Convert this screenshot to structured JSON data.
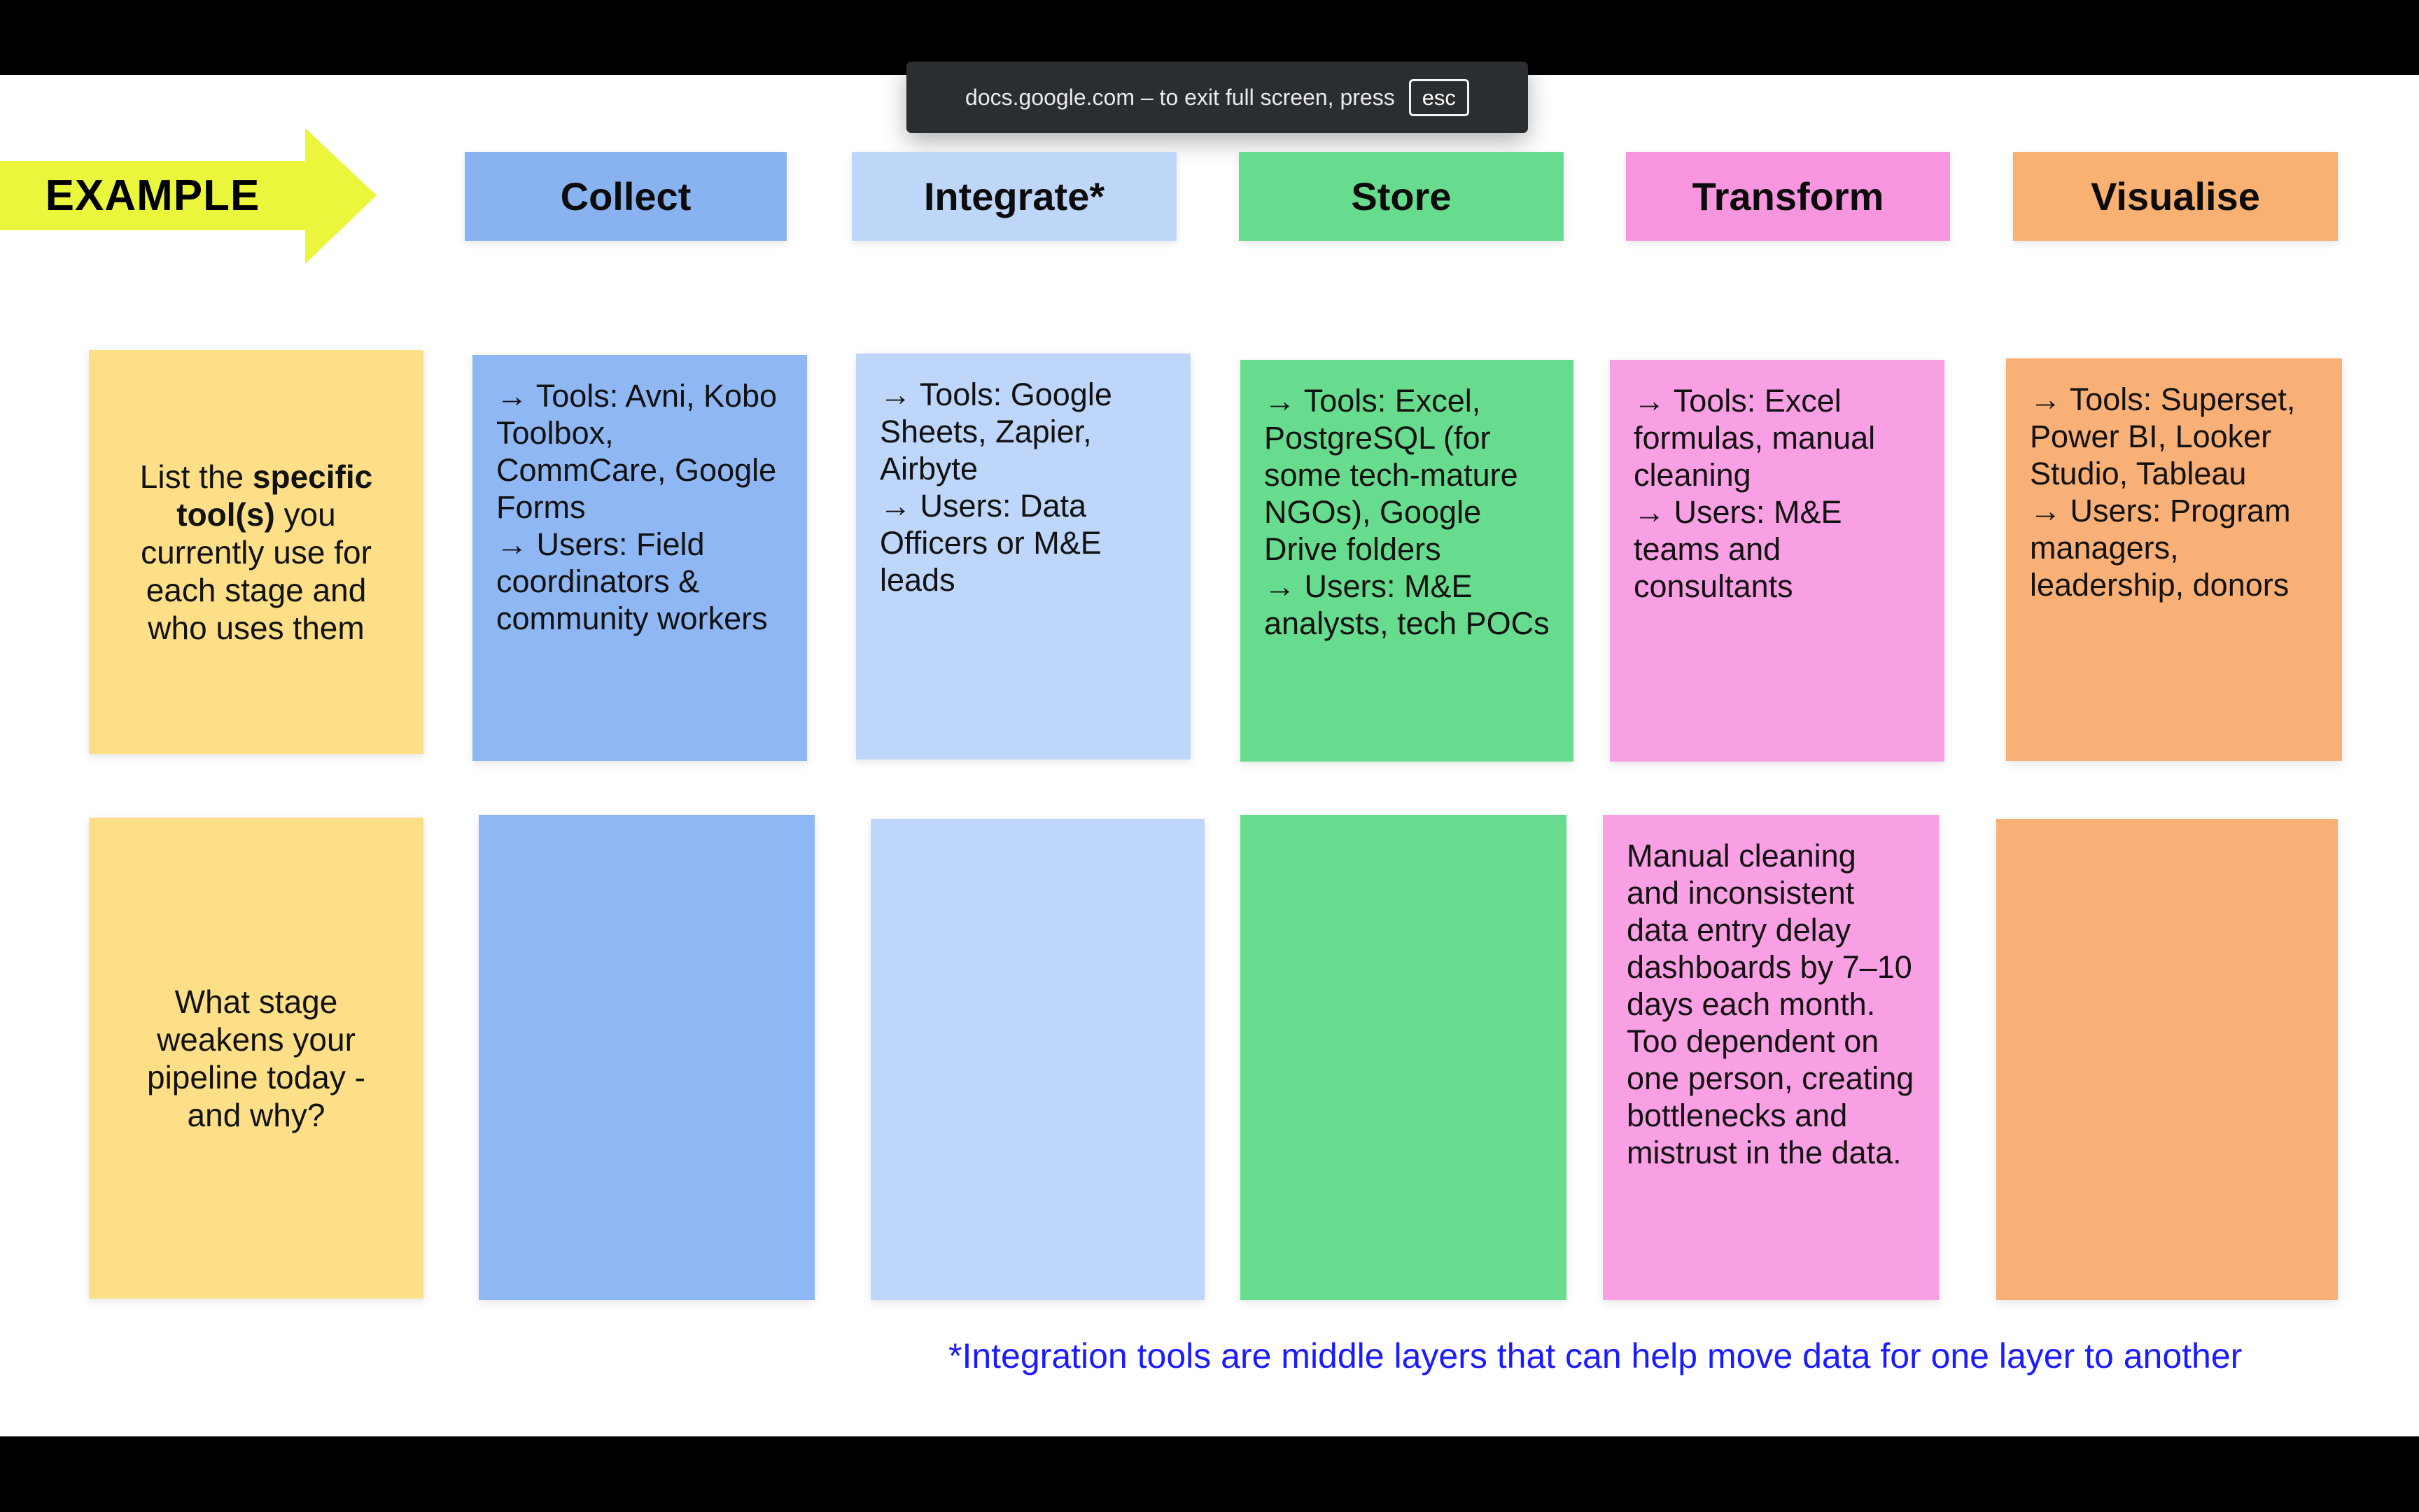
{
  "browser": {
    "toast": {
      "message": "docs.google.com – to exit full screen, press",
      "key": "esc"
    }
  },
  "slide": {
    "example_arrow": {
      "label": "EXAMPLE",
      "color": "#eaf63c"
    },
    "stage_headers": [
      {
        "label": "Collect",
        "color": "#89b2f0"
      },
      {
        "label": "Integrate*",
        "color": "#bed7f9"
      },
      {
        "label": "Store",
        "color": "#68dc8e"
      },
      {
        "label": "Transform",
        "color": "#f795df"
      },
      {
        "label": "Visualise",
        "color": "#f8b173"
      }
    ],
    "prompt_column": {
      "color": "#fcdf87",
      "row1": {
        "prefix": "List the ",
        "bold": "specific tool(s)",
        "suffix": " you currently use for each stage and who uses them"
      },
      "row2": "What stage weakens your pipeline today - and why?"
    },
    "example_notes": {
      "collect": "→ Tools: Avni, Kobo Toolbox, CommCare, Google Forms\n→ Users: Field coordinators & community workers",
      "integrate": "→ Tools: Google Sheets, Zapier, Airbyte\n→ Users: Data Officers or M&E leads",
      "store": "→ Tools: Excel, PostgreSQL (for some tech-mature NGOs), Google Drive folders\n→ Users: M&E analysts, tech POCs",
      "transform": "→ Tools: Excel formulas, manual cleaning\n→ Users: M&E teams and consultants",
      "visualise": "→ Tools: Superset, Power BI, Looker Studio, Tableau\n→ Users: Program managers, leadership, donors"
    },
    "weakness_notes": {
      "transform": "Manual cleaning and inconsistent data entry delay dashboards by 7–10 days each month. Too dependent on one person, creating bottlenecks and mistrust in the data."
    },
    "footnote": {
      "text": "*Integration tools are middle layers that can help move data for one layer to another",
      "color": "#1b1bff"
    }
  }
}
